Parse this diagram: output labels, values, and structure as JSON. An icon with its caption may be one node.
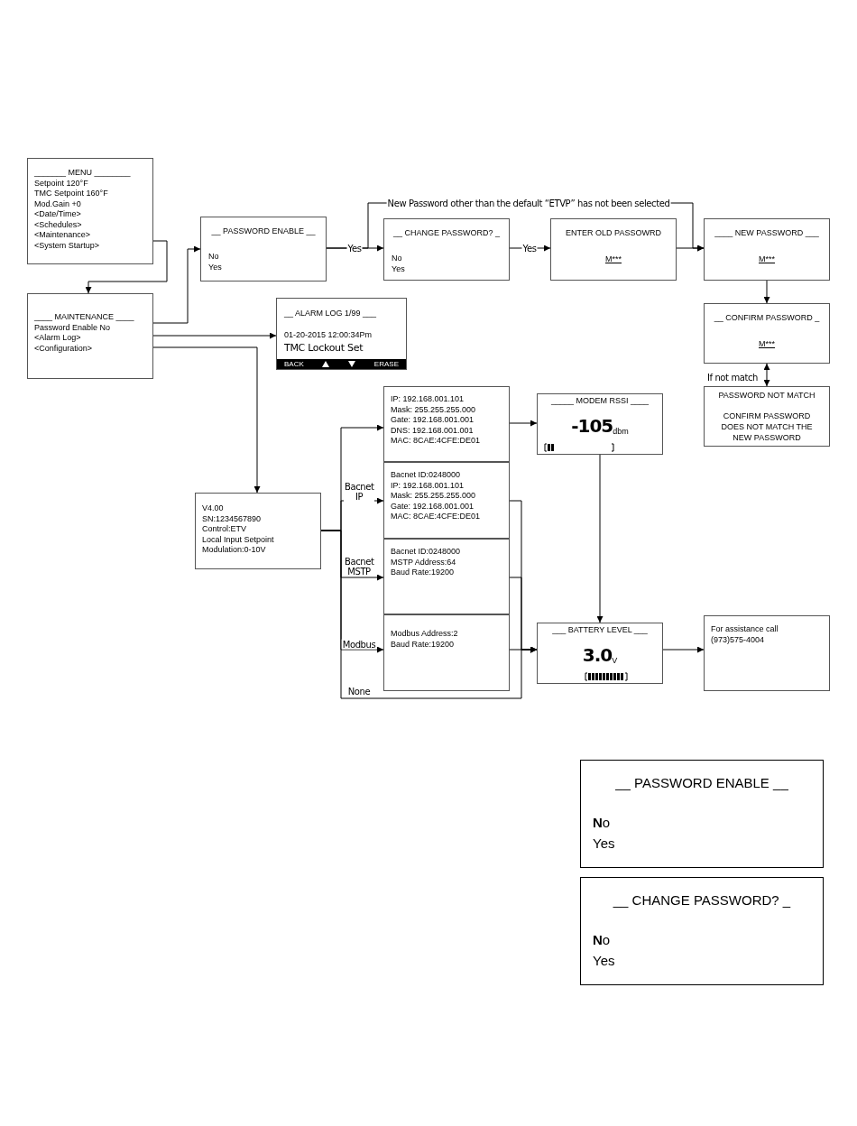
{
  "diagram": {
    "nodes": [
      {
        "text": [
          "_______ MENU ________",
          "Setpoint 120°F",
          "TMC Setpoint 160°F",
          "Mod.Gain +0",
          "<Date/Time>",
          "<Schedules>",
          "<Maintenance>",
          "<System Startup>"
        ]
      },
      {
        "text": [
          "____ MAINTENANCE ____",
          "Password Enable No",
          "<Alarm Log>",
          "<Configuration>"
        ]
      },
      {
        "text": [
          "__ PASSWORD ENABLE __",
          "No",
          "Yes"
        ]
      },
      {
        "text": [
          "__ CHANGE PASSWORD? _",
          "No",
          "Yes"
        ]
      },
      {
        "text": [
          "ENTER OLD PASSOWRD",
          "M***"
        ]
      },
      {
        "text": [
          "____ NEW PASSWORD ___",
          "M***"
        ]
      },
      {
        "text": [
          "__ CONFIRM PASSWORD _",
          "M***"
        ]
      },
      {
        "text": [
          "PASSWORD NOT MATCH",
          "CONFIRM PASSWORD DOES NOT MATCH THE NEW PASSWORD"
        ]
      },
      {
        "text": [
          "__ ALARM LOG 1/99 ___",
          "01-20-2015 12:00:34Pm",
          "TMC Lockout Set",
          "BACK",
          "ERASE"
        ]
      },
      {
        "text": [
          "V4.00",
          "SN:1234567890",
          "Control:ETV",
          "Local Input Setpoint",
          "Modulation:0-10V"
        ]
      },
      {
        "text": [
          "IP: 192.168.001.101",
          "Mask: 255.255.255.000",
          "Gate: 192.168.001.001",
          "DNS: 192.168.001.001",
          "MAC: 8CAE:4CFE:DE01"
        ]
      },
      {
        "text": [
          "Bacnet ID:0248000",
          "IP: 192.168.001.101",
          "Mask: 255.255.255.000",
          "Gate: 192.168.001.001",
          "MAC: 8CAE:4CFE:DE01"
        ]
      },
      {
        "text": [
          "Bacnet ID:0248000",
          "MSTP Address:64",
          "Baud Rate:19200"
        ]
      },
      {
        "text": [
          "Modbus Address:2",
          "Baud Rate:19200"
        ]
      },
      {
        "text": [
          "_____ MODEM RSSI ____",
          "**-105**$_{dbm}$"
        ]
      },
      {
        "text": [
          "___ BATTERY LEVEL ___",
          "**3.0**$_{V}$"
        ]
      },
      {
        "text": [
          "For assistance call",
          "(973)575-4004"
        ]
      },
      {
        "text": [
          "__ PASSWORD ENABLE __",
          "**N**o",
          "Yes"
        ]
      },
      {
        "text": [
          "__ CHANGE PASSWORD? _",
          "**N**o",
          "Yes"
        ]
      }
    ],
    "edges": [
      {
        "from": 0,
        "to": 1,
        "arrow": "to"
      },
      {
        "from": 1,
        "to": 2,
        "arrow": "to"
      },
      {
        "from": 1,
        "to": 8,
        "arrow": "to"
      },
      {
        "from": 1,
        "to": 9,
        "arrow": "to"
      },
      {
        "from": 2,
        "to": 3,
        "arrow": "to",
        "label": "Yes"
      },
      {
        "from": 3,
        "to": 4,
        "arrow": "to",
        "label": "Yes"
      },
      {
        "from": 2,
        "to": 5,
        "arrow": "to",
        "label": "New Password other than the default “ETVP” has not been selected"
      },
      {
        "from": 4,
        "to": 5,
        "arrow": "to"
      },
      {
        "from": 5,
        "to": 6,
        "arrow": "to"
      },
      {
        "from": 6,
        "to": 7,
        "arrow": "both",
        "label": "If not match"
      },
      {
        "from": 9,
        "to": 10,
        "arrow": "to"
      },
      {
        "from": 9,
        "to": 11,
        "arrow": "to",
        "label": "Bacnet IP"
      },
      {
        "from": 9,
        "to": 12,
        "arrow": "to",
        "label": "Bacnet MSTP"
      },
      {
        "from": 9,
        "to": 13,
        "arrow": "to",
        "label": "Modbus"
      },
      {
        "from": 9,
        "to": 15,
        "arrow": "to",
        "label": "None"
      },
      {
        "from": 10,
        "to": 14,
        "arrow": "to"
      },
      {
        "from": 11,
        "to": 15,
        "arrow": "to"
      },
      {
        "from": 12,
        "to": 15,
        "arrow": "to"
      },
      {
        "from": 13,
        "to": 15,
        "arrow": "to"
      },
      {
        "from": 14,
        "to": 15,
        "arrow": "to"
      },
      {
        "from": 15,
        "to": 16,
        "arrow": "to"
      }
    ]
  }
}
